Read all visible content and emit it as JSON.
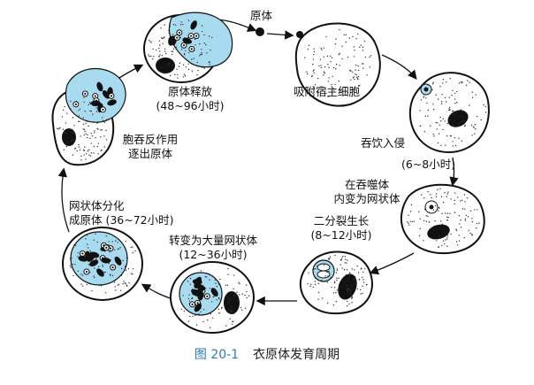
{
  "labels": {
    "elementary_body": "原体",
    "adsorb_host": "吸附宿主细胞",
    "engulf": "吞饮入侵",
    "engulf_time": "(6~8小时)",
    "transform_1": "在吞噬体",
    "transform_2": "内变为网状体",
    "binary_1": "二分裂生长",
    "binary_2": "(8~12小时)",
    "mass_1": "转变为大量网状体",
    "mass_2": "(12~36小时)",
    "diff_1": "网状体分化",
    "diff_2": "成原体 (36~72小时)",
    "reverse_1": "胞吞反作用",
    "reverse_2": "逐出原体",
    "release_1": "原体释放",
    "release_2": "(48~96小时)"
  },
  "caption": {
    "number": "图 20-1",
    "title": "衣原体发育周期"
  },
  "colors": {
    "inclusion_blue": "#a9dbf0",
    "ink": "#111111",
    "caption_blue": "#2a7ab8"
  }
}
